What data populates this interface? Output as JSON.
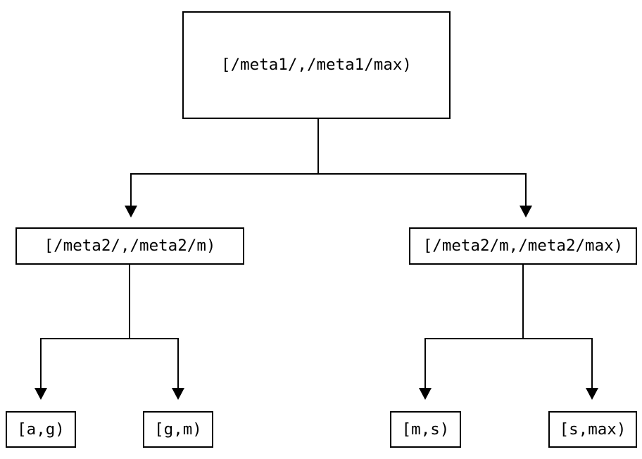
{
  "diagram": {
    "type": "tree",
    "colors": {
      "background": "#ffffff",
      "node_fill": "#ffffff",
      "node_border": "#000000",
      "line": "#000000",
      "text": "#000000"
    },
    "nodes": {
      "root": {
        "label": "[/meta1/,/meta1/max)"
      },
      "mid_left": {
        "label": "[/meta2/,/meta2/m)"
      },
      "mid_right": {
        "label": "[/meta2/m,/meta2/max)"
      },
      "leaf_ag": {
        "label": "[a,g)"
      },
      "leaf_gm": {
        "label": "[g,m)"
      },
      "leaf_ms": {
        "label": "[m,s)"
      },
      "leaf_smax": {
        "label": "[s,max)"
      }
    },
    "edges": [
      {
        "from": "root",
        "to": "mid_left"
      },
      {
        "from": "root",
        "to": "mid_right"
      },
      {
        "from": "mid_left",
        "to": "leaf_ag"
      },
      {
        "from": "mid_left",
        "to": "leaf_gm"
      },
      {
        "from": "mid_right",
        "to": "leaf_ms"
      },
      {
        "from": "mid_right",
        "to": "leaf_smax"
      }
    ]
  }
}
